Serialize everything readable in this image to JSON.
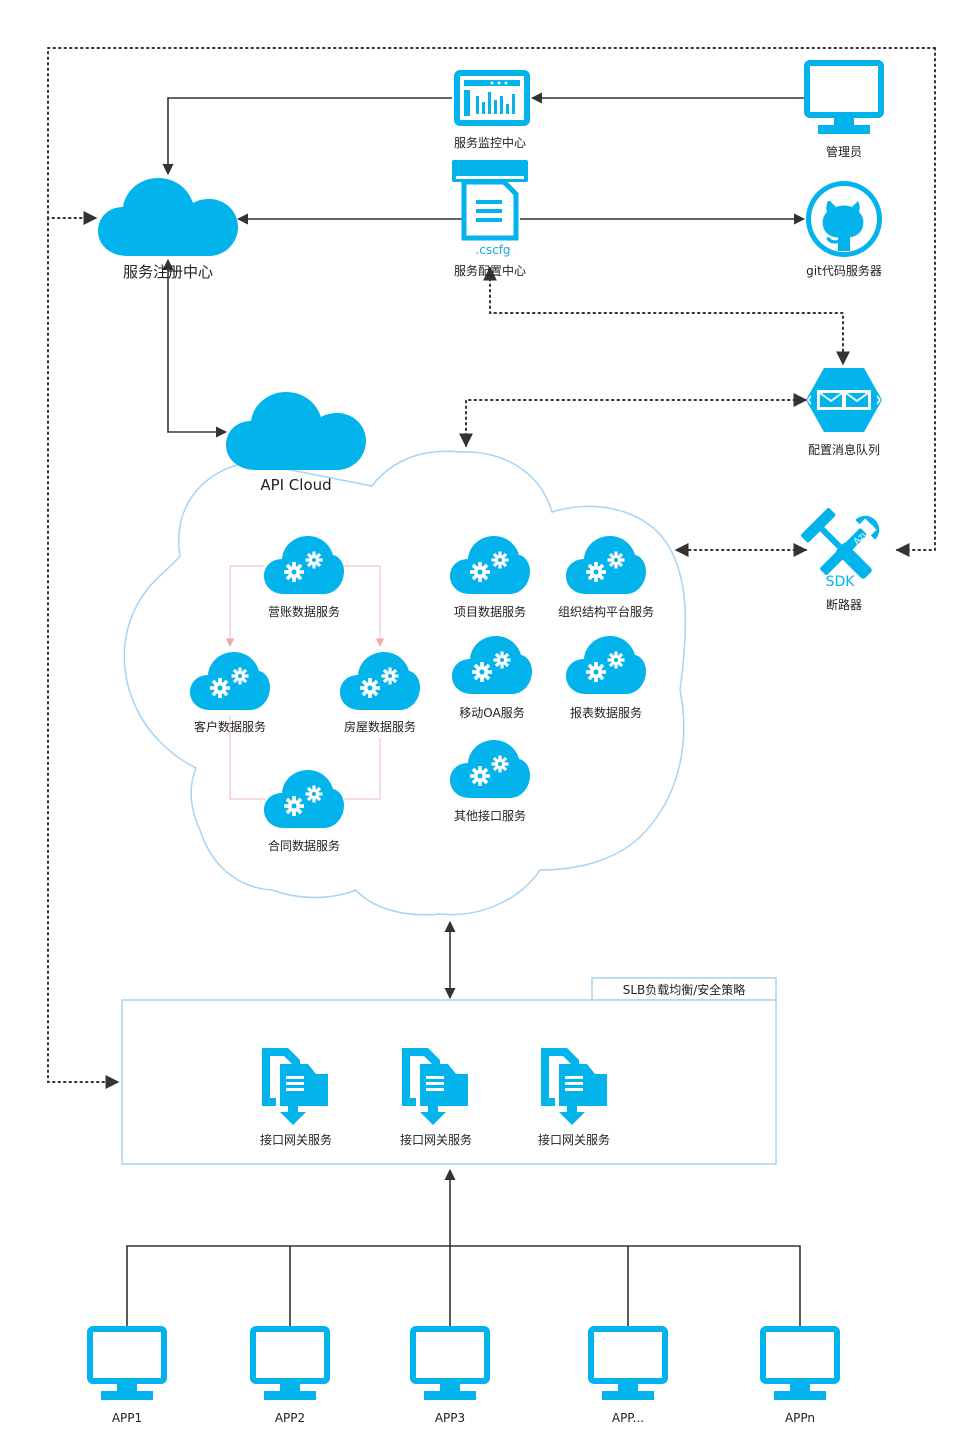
{
  "nodes": {
    "monitor": "服务监控中心",
    "admin": "管理员",
    "config_center": "服务配置中心",
    "config_file": ".cscfg",
    "git": "git代码服务器",
    "registry": "服务注册中心",
    "api_cloud": "API Cloud",
    "mq": "配置消息队列",
    "breaker": "断路器",
    "sdk_text": "SDK",
    "azure_text": "Azure",
    "slb": "SLB负载均衡/安全策略"
  },
  "services": {
    "billing": "营账数据服务",
    "customer": "客户数据服务",
    "house": "房屋数据服务",
    "contract": "合同数据服务",
    "project": "项目数据服务",
    "org": "组织结构平台服务",
    "mobile_oa": "移动OA服务",
    "report": "报表数据服务",
    "other": "其他接口服务"
  },
  "gateways": [
    "接口网关服务",
    "接口网关服务",
    "接口网关服务"
  ],
  "apps": [
    "APP1",
    "APP2",
    "APP3",
    "APP...",
    "APPn"
  ],
  "colors": {
    "accent": "#02b3ec",
    "cloud_outline": "#a7d4f5",
    "pink_link": "#f4c6c6",
    "line": "#333333"
  }
}
